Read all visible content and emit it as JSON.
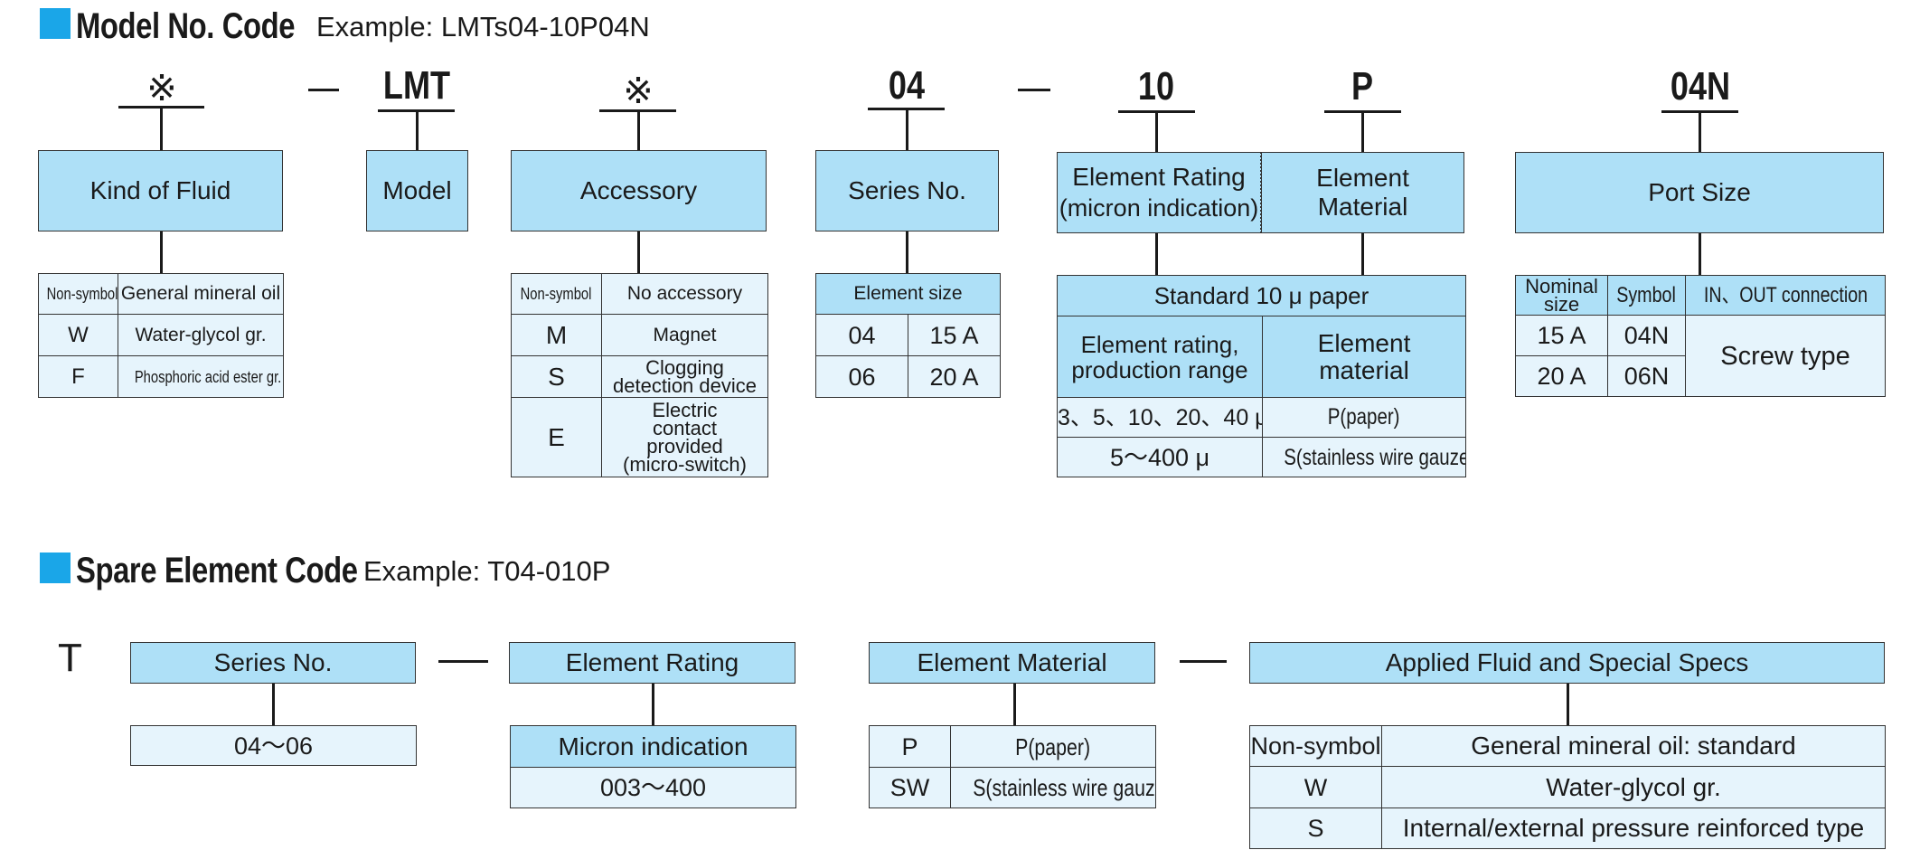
{
  "model_code": {
    "title": "Model No. Code",
    "example": "Example: LMTs04-10P04N",
    "codes": {
      "fluid": "※",
      "dash1": "—",
      "model": "LMT",
      "accessory": "※",
      "series": "04",
      "dash2": "—",
      "rating": "10",
      "material": "P",
      "port": "04N"
    },
    "boxes": {
      "fluid": "Kind of Fluid",
      "model": "Model",
      "accessory": "Accessory",
      "series": "Series No.",
      "rating_line1": "Element Rating",
      "rating_line2": "(micron indication)",
      "material_line1": "Element",
      "material_line2": "Material",
      "port": "Port Size"
    },
    "fluid_table": [
      [
        "Non-symbol",
        "General mineral oil"
      ],
      [
        "W",
        "Water-glycol gr."
      ],
      [
        "F",
        "Phosphoric acid ester gr."
      ]
    ],
    "accessory_table": [
      [
        "Non-symbol",
        "No accessory"
      ],
      [
        "M",
        "Magnet"
      ],
      [
        "S",
        "Clogging detection device"
      ],
      [
        "E",
        "Electric contact provided (micro-switch)"
      ]
    ],
    "series_table": {
      "header": "Element size",
      "rows": [
        [
          "04",
          "15 A"
        ],
        [
          "06",
          "20 A"
        ]
      ]
    },
    "rating_table": {
      "header": "Standard 10 μ paper",
      "col1_header": "Element rating, production range",
      "col2_header": "Element material",
      "rows": [
        [
          "3、5、10、20、40 μ",
          "P(paper)"
        ],
        [
          "5～400 μ",
          "S(stainless wire gauze)"
        ]
      ]
    },
    "port_table": {
      "headers": [
        "Nominal size",
        "Symbol",
        "IN、OUT connection"
      ],
      "rows": [
        [
          "15 A",
          "04N"
        ],
        [
          "20 A",
          "06N"
        ]
      ],
      "connection": "Screw type"
    }
  },
  "spare_code": {
    "title": "Spare Element Code",
    "example": "Example: T04-010P",
    "prefix": "T",
    "boxes": {
      "series": "Series No.",
      "rating": "Element Rating",
      "material": "Element Material",
      "fluid": "Applied Fluid and Special Specs"
    },
    "series_value": "04～06",
    "rating_table": {
      "header": "Micron indication",
      "value": "003～400"
    },
    "material_table": [
      [
        "P",
        "P(paper)"
      ],
      [
        "SW",
        "S(stainless wire gauze)"
      ]
    ],
    "fluid_table": [
      [
        "Non-symbol",
        "General mineral oil: standard"
      ],
      [
        "W",
        "Water-glycol gr."
      ],
      [
        "S",
        "Internal/external pressure reinforced type"
      ]
    ]
  },
  "colors": {
    "accent_square": "#1aa6e8",
    "box_fill": "#aee0f7",
    "cell_fill": "#e6f4fc",
    "line": "#1a1a1a"
  }
}
